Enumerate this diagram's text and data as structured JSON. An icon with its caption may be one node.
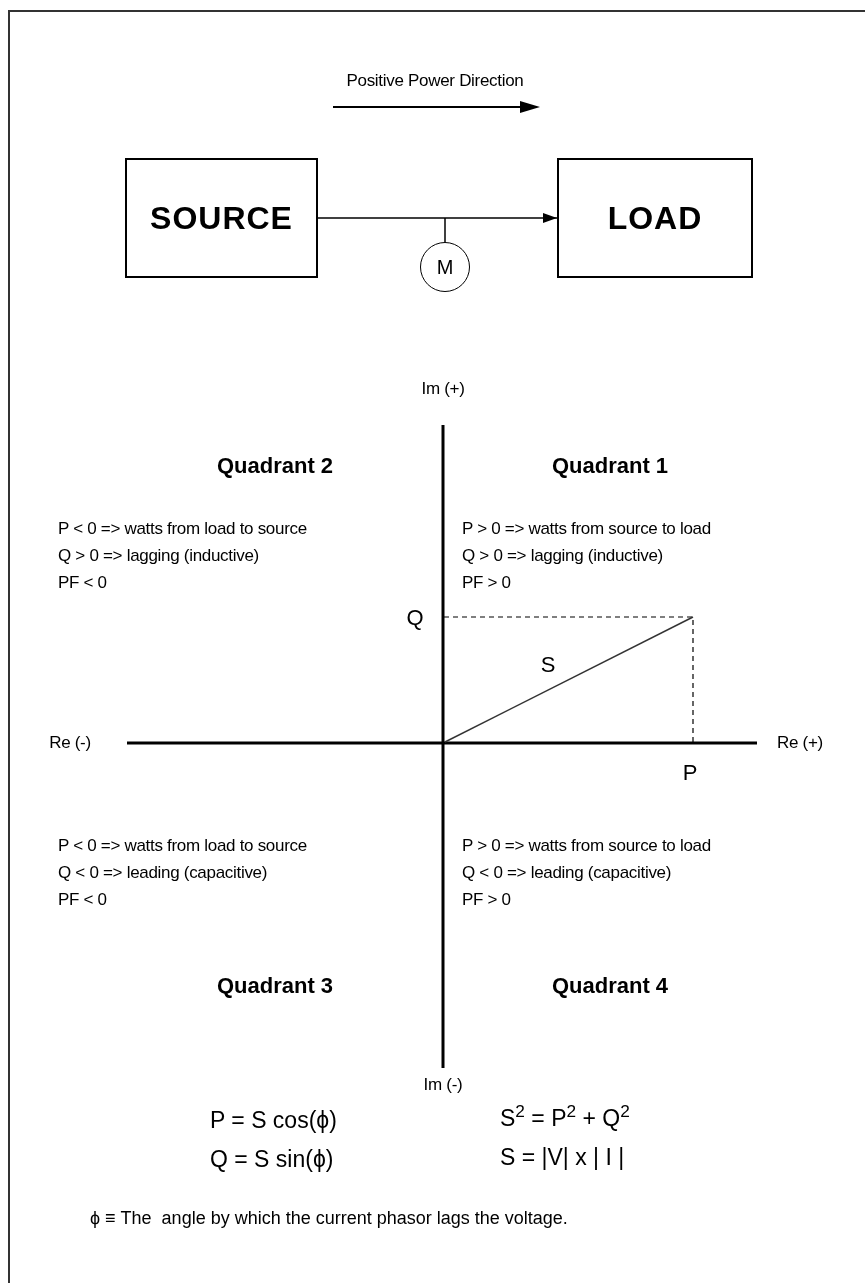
{
  "diagram": {
    "nodes": [
      {
        "text": [
          "SOURCE"
        ]
      },
      {
        "text": [
          "LOAD"
        ]
      },
      {
        "text": [
          "M"
        ]
      }
    ],
    "edges": [
      {
        "from": 0,
        "to": 1,
        "arrow": "to"
      },
      {
        "from": 2,
        "to": null,
        "arrow": "none"
      }
    ],
    "labels": [
      "Positive Power Direction",
      "Im (+)",
      "Quadrant 2",
      "Quadrant 1",
      "P < 0 => watts from load to source",
      "Q > 0 => lagging (inductive)",
      "PF < 0",
      "P > 0 => watts from source to load",
      "Q > 0 => lagging (inductive)",
      "PF > 0",
      "Q",
      "S",
      "Re (-)",
      "Re (+)",
      "P",
      "P < 0 => watts from load to source",
      "Q < 0 => leading (capacitive)",
      "PF < 0",
      "P > 0 => watts from source to load",
      "Q < 0 => leading (capacitive)",
      "PF > 0",
      "Quadrant 3",
      "Quadrant 4",
      "Im (-)",
      "P = S cos(ϕ)",
      "S$^{2}$ = P$^{2}$ + Q$^{2}$",
      "Q = S sin(ϕ)",
      "S = |V| x | I |",
      "ϕ ≡ The  angle by which the current phasor lags the voltage."
    ]
  }
}
